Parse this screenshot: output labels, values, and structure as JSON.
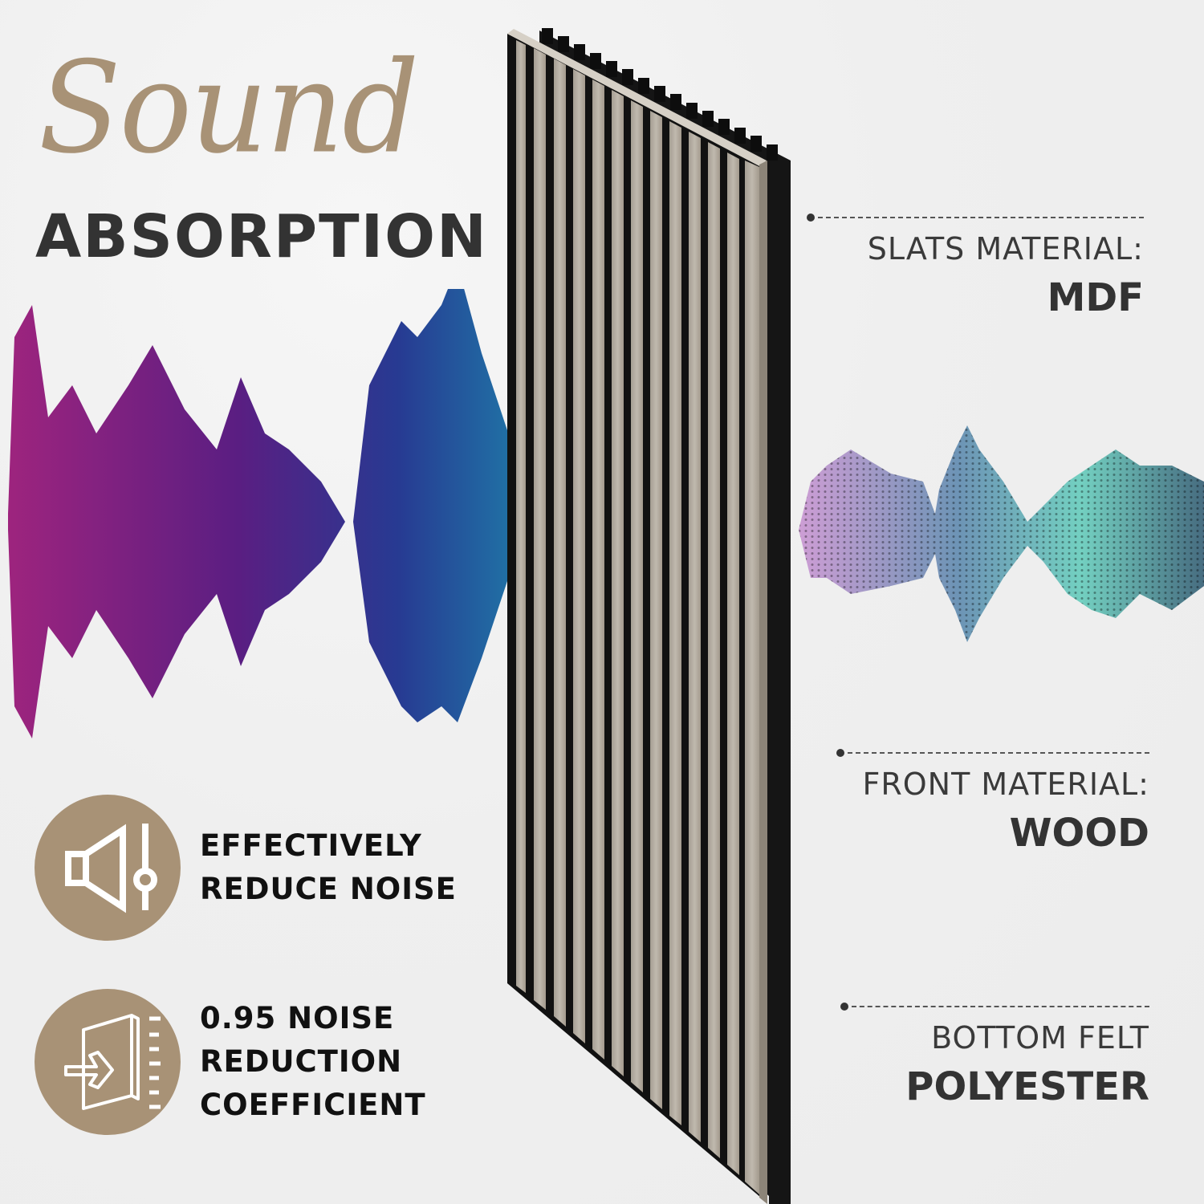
{
  "header": {
    "script_title": "Sound",
    "main_title": "ABSORPTION"
  },
  "specs": [
    {
      "label": "SLATS MATERIAL:",
      "value": "MDF"
    },
    {
      "label": "FRONT MATERIAL:",
      "value": "WOOD"
    },
    {
      "label": "BOTTOM FELT",
      "value": "POLYESTER"
    }
  ],
  "features": [
    {
      "icon": "speaker-volume-slider-icon",
      "lines": [
        "EFFECTIVELY",
        "REDUCE NOISE"
      ]
    },
    {
      "icon": "panel-absorb-arrow-icon",
      "lines": [
        "0.95 NOISE",
        "REDUCTION",
        "COEFFICIENT"
      ]
    }
  ],
  "colors": {
    "accent_gold": "#a89276",
    "text_dark": "#333333",
    "background": "#efefef",
    "slat_light": "#b5aea3",
    "slat_gap": "#111111",
    "wave_left_start": "#9b1f7a",
    "wave_left_end": "#1e5aa8",
    "wave_right_end": "#2fb3a6"
  }
}
